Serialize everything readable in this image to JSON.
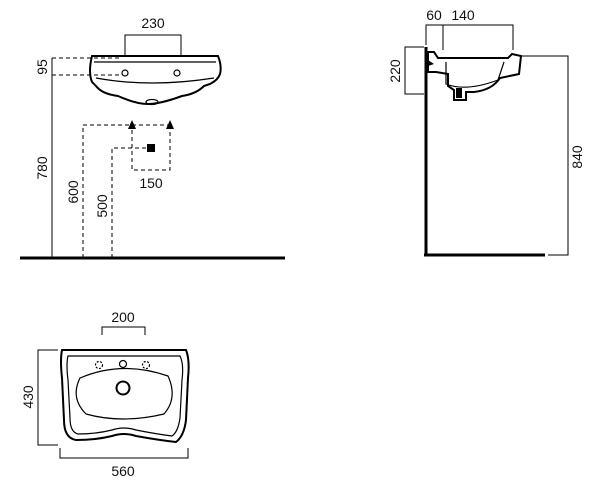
{
  "front_view": {
    "tap_spacing": "230",
    "tap_height": "95",
    "overall_height": "780",
    "hot_cold_height": "600",
    "waste_height": "500",
    "waste_offset": "150"
  },
  "side_view": {
    "wall_offset": "60",
    "bowl_depth": "140",
    "sink_height": "220",
    "rim_height": "840"
  },
  "top_view": {
    "tap_hole_spacing": "200",
    "depth": "430",
    "width": "560"
  }
}
